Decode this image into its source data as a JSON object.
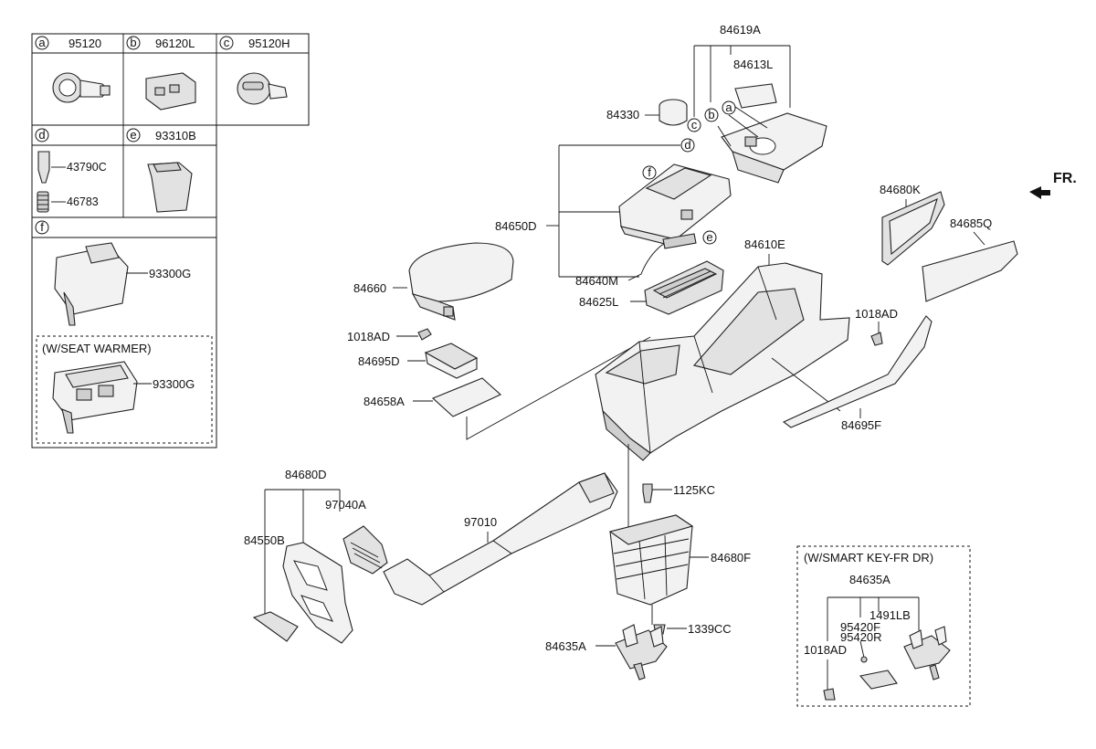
{
  "legend": {
    "cells": [
      {
        "letter": "a",
        "part": "95120"
      },
      {
        "letter": "b",
        "part": "96120L"
      },
      {
        "letter": "c",
        "part": "95120H"
      },
      {
        "letter": "d",
        "part": ""
      },
      {
        "letter": "e",
        "part": "93310B"
      },
      {
        "letter": "f",
        "part": ""
      }
    ],
    "d_parts": [
      "43790C",
      "46783"
    ],
    "f_part": "93300G",
    "seat_warmer_label": "(W/SEAT WARMER)",
    "seat_warmer_part": "93300G"
  },
  "callouts": {
    "a": "a",
    "b": "b",
    "c": "c",
    "d": "d",
    "e": "e",
    "f": "f"
  },
  "parts": {
    "p84619A": "84619A",
    "p84613L": "84613L",
    "p84330": "84330",
    "p84650D": "84650D",
    "p84640M": "84640M",
    "p84625L": "84625L",
    "p84660": "84660",
    "p1018AD_a": "1018AD",
    "p84695D": "84695D",
    "p84658A": "84658A",
    "p84610E": "84610E",
    "p1018AD_b": "1018AD",
    "p84680K": "84680K",
    "p84685Q": "84685Q",
    "p84695F": "84695F",
    "p84680D": "84680D",
    "p97040A": "97040A",
    "p84550B": "84550B",
    "p97010": "97010",
    "p1125KC": "1125KC",
    "p84680F": "84680F",
    "p1339CC": "1339CC",
    "p84635A": "84635A"
  },
  "smart_key": {
    "title": "(W/SMART KEY-FR DR)",
    "p84635A": "84635A",
    "p95420F": "95420F",
    "p95420R": "95420R",
    "p1491LB": "1491LB",
    "p1018AD": "1018AD"
  },
  "direction": {
    "label": "FR."
  }
}
